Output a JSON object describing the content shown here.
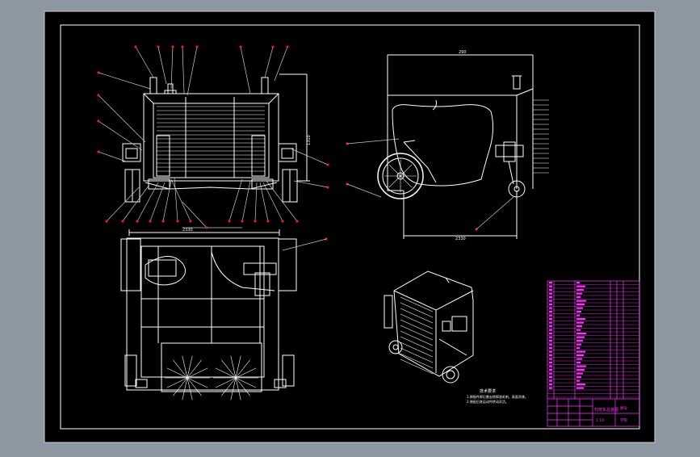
{
  "colors": {
    "outer_bg": "#8d97a2",
    "sheet": "#000000",
    "line": "#ffffff",
    "leader": "#c8c8c8",
    "title_block": "#ff33ff"
  },
  "dimensions": {
    "front_width": "2330",
    "side_top": "290",
    "side_bottom": "2330",
    "front_height": "1310"
  },
  "notes": {
    "heading": "技术要求",
    "line1": "1.焊接件焊后需去除焊渣毛刺，表面涂漆。",
    "line2": "2.装配后各运动件转动灵活。"
  },
  "title_block": {
    "drawing_name": "扫地车总装图",
    "scale": "1:10",
    "sheet_no": "图号",
    "org": "学院"
  }
}
